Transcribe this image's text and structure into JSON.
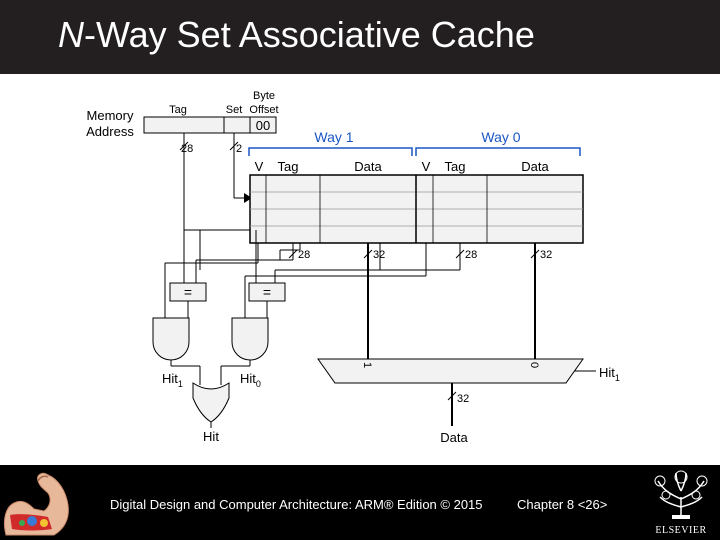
{
  "slide": {
    "title_prefix": "N",
    "title_rest": "-Way Set Associative Cache"
  },
  "diagram": {
    "memory_address_line1": "Memory",
    "memory_address_line2": "Address",
    "tag_label": "Tag",
    "set_label": "Set",
    "byte_offset_line1": "Byte",
    "byte_offset_line2": "Offset",
    "byte_offset_value": "00",
    "tag_width": "28",
    "set_width": "2",
    "way1_label": "Way 1",
    "way0_label": "Way 0",
    "v_label_1": "V",
    "tag_col_1": "Tag",
    "data_col_1": "Data",
    "v_label_0": "V",
    "tag_col_0": "Tag",
    "data_col_0": "Data",
    "bus_tag1": "28",
    "bus_data1": "32",
    "bus_tag0": "28",
    "bus_data0": "32",
    "cmp1": "=",
    "cmp0": "=",
    "hit1_main": "Hit",
    "hit1_sub": "1",
    "hit0_main": "Hit",
    "hit0_sub": "0",
    "hit_label": "Hit",
    "mux_in1": "1",
    "mux_in0": "0",
    "mux_sel_main": "Hit",
    "mux_sel_sub": "1",
    "data_width": "32",
    "data_out": "Data"
  },
  "footer": {
    "left_text": "Digital Design and Computer Architecture: ARM® Edition © 2015",
    "right_text": "Chapter 8 <26>",
    "publisher_logo_text": "ELSEVIER"
  },
  "colors": {
    "header_bg": "#231f20",
    "footer_bg": "#000000",
    "way_brace": "#1a56c4",
    "table_fill": "#f2f2f2"
  }
}
